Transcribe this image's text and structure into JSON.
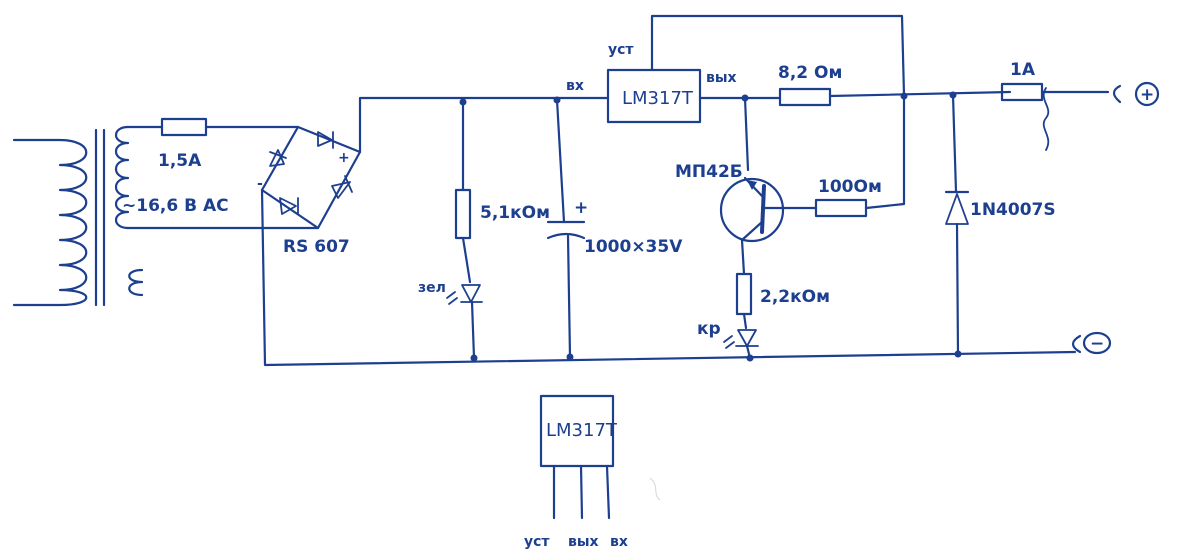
{
  "ic": {
    "name": "LM317T",
    "pin_adj": "уст",
    "pin_out": "вых",
    "pin_in": "вх"
  },
  "fuse_in": {
    "label": "1,5A"
  },
  "transformer": {
    "label": "~16,6 В AC"
  },
  "bridge": {
    "label": "RS 607",
    "plus": "+",
    "minus": "-"
  },
  "r_led": {
    "label": "5,1кОм"
  },
  "led_green": {
    "label": "зел"
  },
  "cap": {
    "label": "1000×35V",
    "plus": "+"
  },
  "transistor": {
    "label": "МП42Б"
  },
  "r_shunt": {
    "label": "8,2 Ом"
  },
  "r_base": {
    "label": "100Ом"
  },
  "r_led2": {
    "label": "2,2кОм"
  },
  "led_red": {
    "label": "кр"
  },
  "diode_out": {
    "label": "1N4007S"
  },
  "fuse_out": {
    "label": "1A"
  },
  "terminals": {
    "plus": "+",
    "minus": "−"
  },
  "pinout": {
    "name": "LM317T",
    "pins": [
      "уст",
      "вых",
      "вх"
    ]
  },
  "colors": {
    "ink": "#1d3f8f",
    "paper": "#ffffff"
  }
}
